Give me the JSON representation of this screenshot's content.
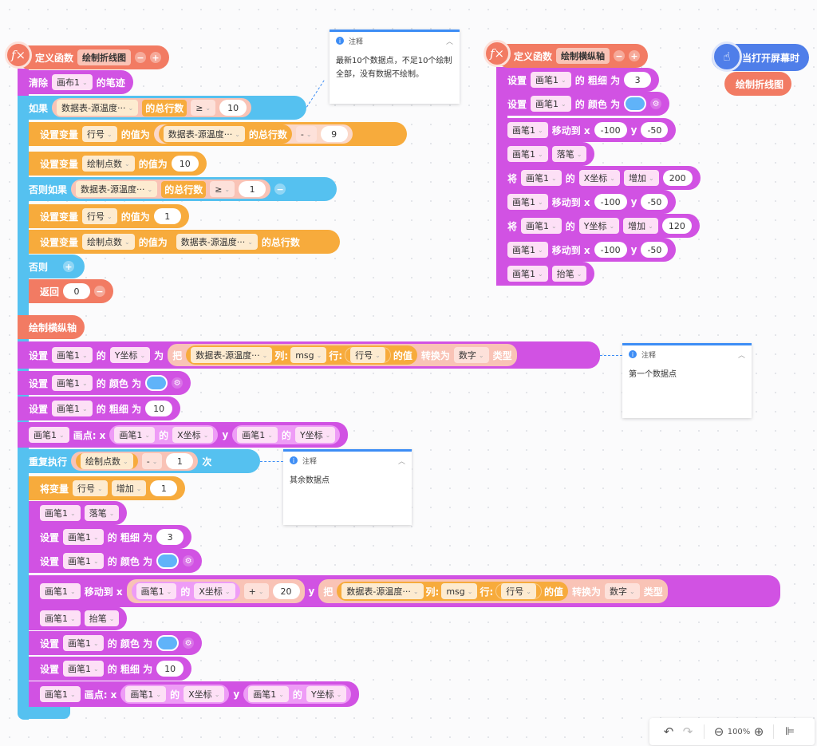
{
  "f1": {
    "define": "定义函数",
    "name": "绘制折线图"
  },
  "clear": {
    "label": "清除",
    "canvas": "画布1",
    "suffix": "的笔迹"
  },
  "if1": {
    "kw": "如果",
    "table": "数据表-源温度···",
    "rows": "的总行数",
    "op": "≥",
    "val": "10"
  },
  "set1": {
    "kw": "设置变量",
    "var": "行号",
    "mid": "的值为",
    "table": "数据表-源温度···",
    "rows": "的总行数",
    "op": "-",
    "val": "9"
  },
  "set2": {
    "kw": "设置变量",
    "var": "绘制点数",
    "mid": "的值为",
    "val": "10"
  },
  "elif": {
    "kw": "否则如果",
    "table": "数据表-源温度···",
    "rows": "的总行数",
    "op": "≥",
    "val": "1"
  },
  "set3": {
    "kw": "设置变量",
    "var": "行号",
    "mid": "的值为",
    "val": "1"
  },
  "set4": {
    "kw": "设置变量",
    "var": "绘制点数",
    "mid": "的值为",
    "table": "数据表-源温度···",
    "rows": "的总行数"
  },
  "else": {
    "kw": "否则"
  },
  "ret": {
    "kw": "返回",
    "val": "0"
  },
  "call1": {
    "name": "绘制横纵轴"
  },
  "sety": {
    "set": "设置",
    "pen": "画笔1",
    "de": "的",
    "prop": "Y坐标",
    "wei": "为",
    "ba": "把",
    "table": "数据表-源温度···",
    "col": "列:",
    "colv": "msg",
    "row": "行:",
    "rowv": "行号",
    "zhi": "的值",
    "conv": "转换为",
    "type": "数字",
    "lei": "类型"
  },
  "color1": {
    "set": "设置",
    "pen": "画笔1",
    "label": "的 颜色 为"
  },
  "width1": {
    "set": "设置",
    "pen": "画笔1",
    "label": "的 粗细 为",
    "val": "10"
  },
  "dot1": {
    "pen": "画笔1",
    "label": "画点: x",
    "pen2": "画笔1",
    "de": "的",
    "xprop": "X坐标",
    "y": "y",
    "pen3": "画笔1",
    "de2": "的",
    "yprop": "Y坐标"
  },
  "repeat": {
    "kw": "重复执行",
    "var": "绘制点数",
    "op": "-",
    "val": "1",
    "ci": "次"
  },
  "inc": {
    "kw": "将变量",
    "var": "行号",
    "op": "增加",
    "val": "1"
  },
  "down": {
    "pen": "画笔1",
    "label": "落笔"
  },
  "width2": {
    "set": "设置",
    "pen": "画笔1",
    "label": "的 粗细 为",
    "val": "3"
  },
  "color2": {
    "set": "设置",
    "pen": "画笔1",
    "label": "的 颜色 为"
  },
  "move": {
    "pen": "画笔1",
    "label": "移动到 x",
    "pen2": "画笔1",
    "de": "的",
    "xprop": "X坐标",
    "op": "+",
    "val": "20",
    "y": "y",
    "ba": "把",
    "table": "数据表-源温度···",
    "col": "列:",
    "colv": "msg",
    "row": "行:",
    "rowv": "行号",
    "zhi": "的值",
    "conv": "转换为",
    "type": "数字",
    "lei": "类型"
  },
  "up": {
    "pen": "画笔1",
    "label": "抬笔"
  },
  "color3": {
    "set": "设置",
    "pen": "画笔1",
    "label": "的 颜色 为"
  },
  "width3": {
    "set": "设置",
    "pen": "画笔1",
    "label": "的 粗细 为",
    "val": "10"
  },
  "dot2": {
    "pen": "画笔1",
    "label": "画点: x",
    "pen2": "画笔1",
    "de": "的",
    "xprop": "X坐标",
    "y": "y",
    "pen3": "画笔1",
    "de2": "的",
    "yprop": "Y坐标"
  },
  "f2": {
    "define": "定义函数",
    "name": "绘制横纵轴"
  },
  "a1": {
    "set": "设置",
    "pen": "画笔1",
    "label": "的 粗细 为",
    "val": "3"
  },
  "a2": {
    "set": "设置",
    "pen": "画笔1",
    "label": "的 颜色 为"
  },
  "a3": {
    "pen": "画笔1",
    "label": "移动到 x",
    "x": "-100",
    "y": "y",
    "yv": "-50"
  },
  "a4": {
    "pen": "画笔1",
    "label": "落笔"
  },
  "a5": {
    "jiang": "将",
    "pen": "画笔1",
    "de": "的",
    "prop": "X坐标",
    "op": "增加",
    "val": "200"
  },
  "a6": {
    "pen": "画笔1",
    "label": "移动到 x",
    "x": "-100",
    "y": "y",
    "yv": "-50"
  },
  "a7": {
    "jiang": "将",
    "pen": "画笔1",
    "de": "的",
    "prop": "Y坐标",
    "op": "增加",
    "val": "120"
  },
  "a8": {
    "pen": "画笔1",
    "label": "移动到 x",
    "x": "-100",
    "y": "y",
    "yv": "-50"
  },
  "a9": {
    "pen": "画笔1",
    "label": "抬笔"
  },
  "event": {
    "label": "当打开屏幕时",
    "call": "绘制折线图"
  },
  "notes": {
    "title": "注释",
    "n1": "最新10个数据点，不足10个绘制全部，没有数据不绘制。",
    "n2": "第一个数据点",
    "n3": "其余数据点"
  },
  "toolbar": {
    "zoom": "100%"
  }
}
